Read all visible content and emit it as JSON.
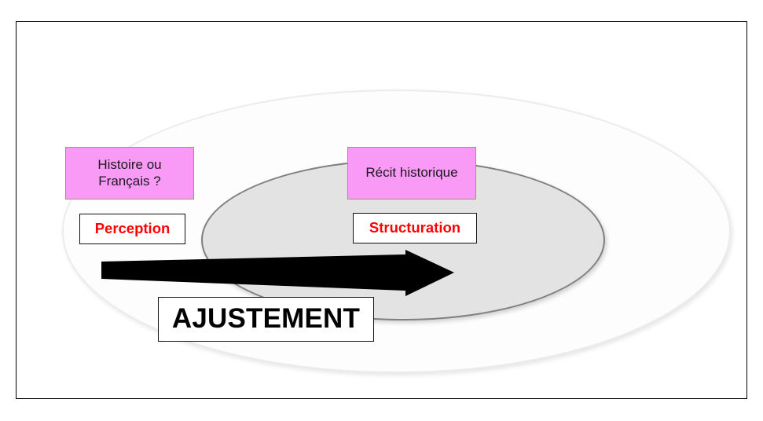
{
  "slide": {
    "background_color": "#ffffff",
    "frame_border_color": "#000000"
  },
  "shapes": {
    "outer_ellipse": {
      "name": "outer-ellipse",
      "fill_color": "#fdfdfd",
      "border_color": "#ececec"
    },
    "inner_ellipse": {
      "name": "inner-ellipse",
      "fill_color": "#e3e3e3",
      "border_color": "#7f7f7f"
    },
    "arrow": {
      "name": "right-arrow",
      "fill_color": "#000000",
      "direction": "right"
    }
  },
  "labels": {
    "histoire": {
      "line1": "Histoire ou",
      "line2": "Français ?",
      "fill_color": "#f99af6",
      "border_color": "#94a24b",
      "text_color": "#1a1a1a"
    },
    "recit": {
      "text": "Récit historique",
      "fill_color": "#f99af6",
      "border_color": "#94a24b",
      "text_color": "#1a1a1a"
    },
    "perception": {
      "text": "Perception",
      "fill_color": "#ffffff",
      "border_color": "#111111",
      "text_color": "#ff0000"
    },
    "structuration": {
      "text": "Structuration",
      "fill_color": "#ffffff",
      "border_color": "#111111",
      "text_color": "#ff0000"
    },
    "ajustement": {
      "text": "AJUSTEMENT",
      "fill_color": "#ffffff",
      "border_color": "#111111",
      "text_color": "#000000"
    }
  }
}
